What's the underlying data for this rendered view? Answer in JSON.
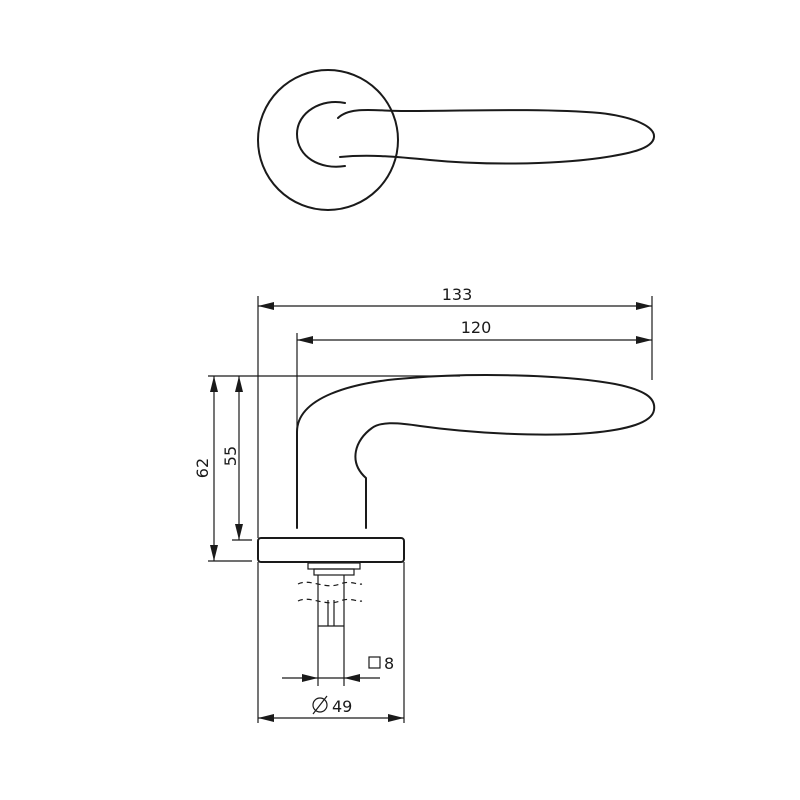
{
  "dimensions": {
    "overall_length": "133",
    "lever_length": "120",
    "total_height": "62",
    "lever_height": "55",
    "spindle_square": "8",
    "rose_diameter": "49"
  },
  "symbols": {
    "square": "square-symbol",
    "diameter": "diameter-symbol"
  }
}
